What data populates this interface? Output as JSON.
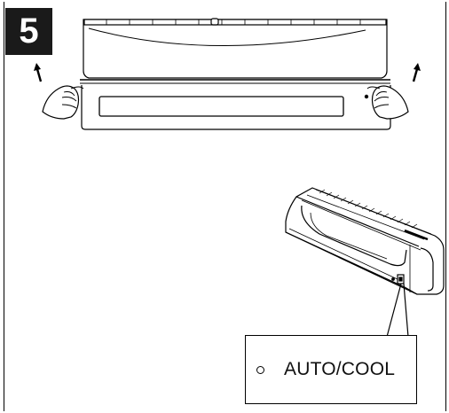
{
  "step": {
    "number": "5"
  },
  "callout": {
    "button_label": "AUTO/COOL",
    "led_icon": "circle-led-icon"
  },
  "illustration": {
    "top": "front-panel-lift-illustration",
    "bottom": "side-view-illustration"
  }
}
